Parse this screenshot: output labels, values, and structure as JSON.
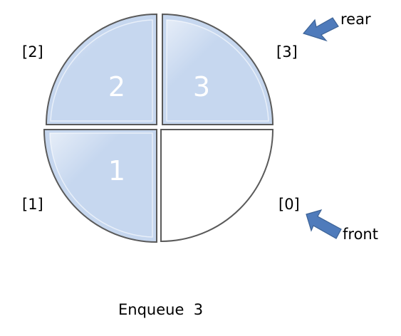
{
  "colors": {
    "filled": "#c6d7ef",
    "empty": "#ffffff",
    "outline": "#5a5a5a",
    "arrow": "#4f7bbb"
  },
  "slots": [
    {
      "index_label": "[0]",
      "value": "",
      "filled": false
    },
    {
      "index_label": "[1]",
      "value": "1",
      "filled": true
    },
    {
      "index_label": "[2]",
      "value": "2",
      "filled": true
    },
    {
      "index_label": "[3]",
      "value": "3",
      "filled": true
    }
  ],
  "pointers": {
    "rear": {
      "label": "rear",
      "target_slot": 3
    },
    "front": {
      "label": "front",
      "target_slot": 0
    }
  },
  "caption": "Enqueue  3"
}
